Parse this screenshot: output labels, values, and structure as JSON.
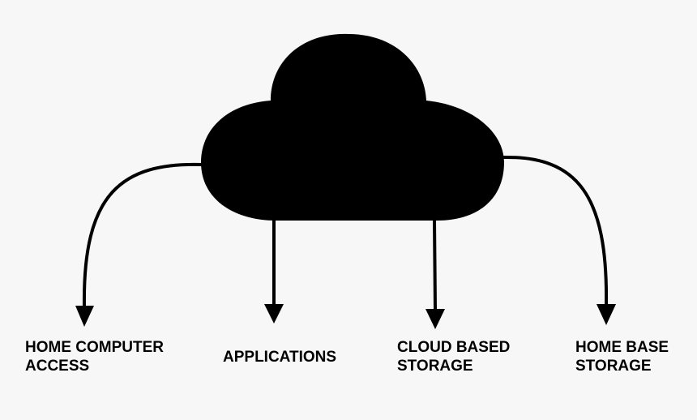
{
  "colors": {
    "background": "#f7f7f7",
    "ink": "#000000"
  },
  "diagram": {
    "center_node": {
      "shape": "cloud-icon"
    },
    "outputs": [
      {
        "lines": [
          "HOME COMPUTER",
          "ACCESS"
        ]
      },
      {
        "lines": [
          "APPLICATIONS"
        ]
      },
      {
        "lines": [
          "CLOUD BASED",
          "STORAGE"
        ]
      },
      {
        "lines": [
          "HOME BASE",
          "STORAGE"
        ]
      }
    ]
  }
}
